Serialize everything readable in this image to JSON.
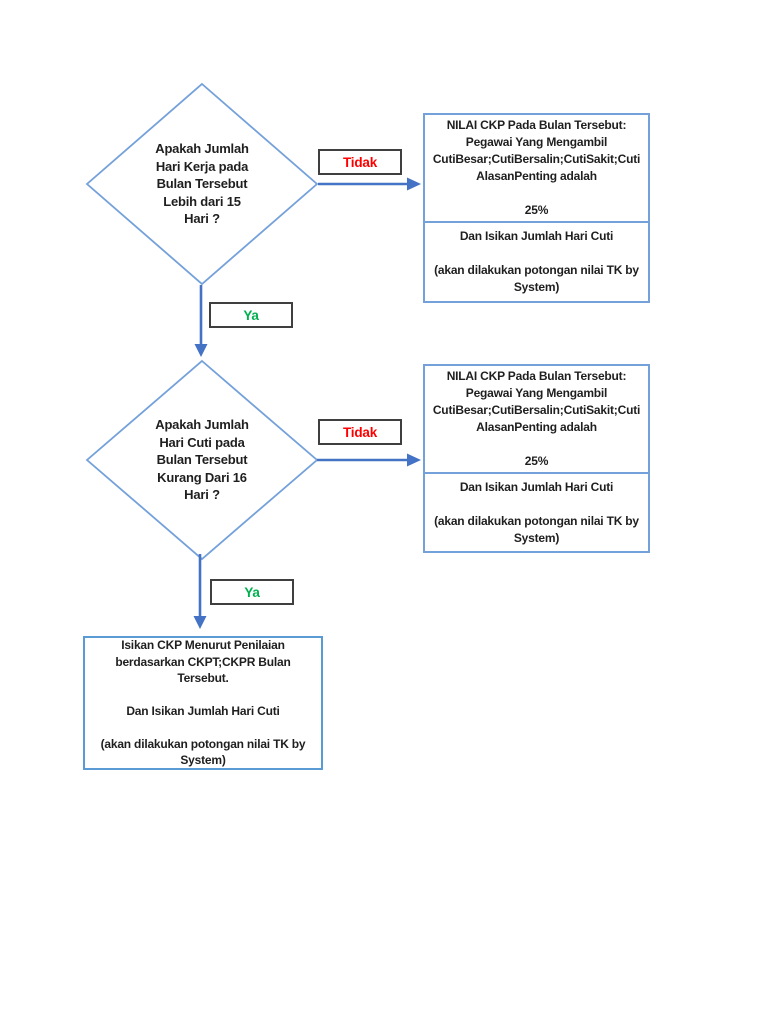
{
  "colors": {
    "background": "#ffffff",
    "shape_outline": "#74a1da",
    "final_box_outline": "#5b9bd5",
    "arrow": "#4472c4",
    "label_box_border": "#3f3f3f",
    "no_text": "#ff0000",
    "yes_text": "#00b050",
    "body_text": "#1f1f1f"
  },
  "flowchart": {
    "decisions": [
      {
        "text": "Apakah Jumlah\nHari Kerja pada\nBulan Tersebut\nLebih dari 15\nHari ?",
        "no_label": "Tidak",
        "yes_label": "Ya"
      },
      {
        "text": "Apakah Jumlah\nHari Cuti pada\nBulan Tersebut\nKurang Dari 16\nHari ?",
        "no_label": "Tidak",
        "yes_label": "Ya"
      }
    ],
    "result_boxes": [
      {
        "top": "NILAI CKP Pada Bulan Tersebut:\nPegawai Yang Mengambil\nCutiBesar;CutiBersalin;CutiSakit;Cuti\nAlasanPenting adalah\n\n25%",
        "bottom": "Dan Isikan Jumlah Hari Cuti\n\n(akan dilakukan potongan nilai TK by\nSystem)"
      },
      {
        "top": "NILAI CKP Pada Bulan Tersebut:\nPegawai Yang Mengambil\nCutiBesar;CutiBersalin;CutiSakit;Cuti\nAlasanPenting adalah\n\n25%",
        "bottom": "Dan Isikan Jumlah Hari Cuti\n\n(akan dilakukan potongan nilai TK by\nSystem)"
      }
    ],
    "final_box": {
      "text": "Isikan CKP Menurut Penilaian\nberdasarkan CKPT;CKPR Bulan\nTersebut.\n\nDan Isikan Jumlah Hari Cuti\n\n(akan dilakukan potongan nilai TK by\nSystem)"
    }
  }
}
